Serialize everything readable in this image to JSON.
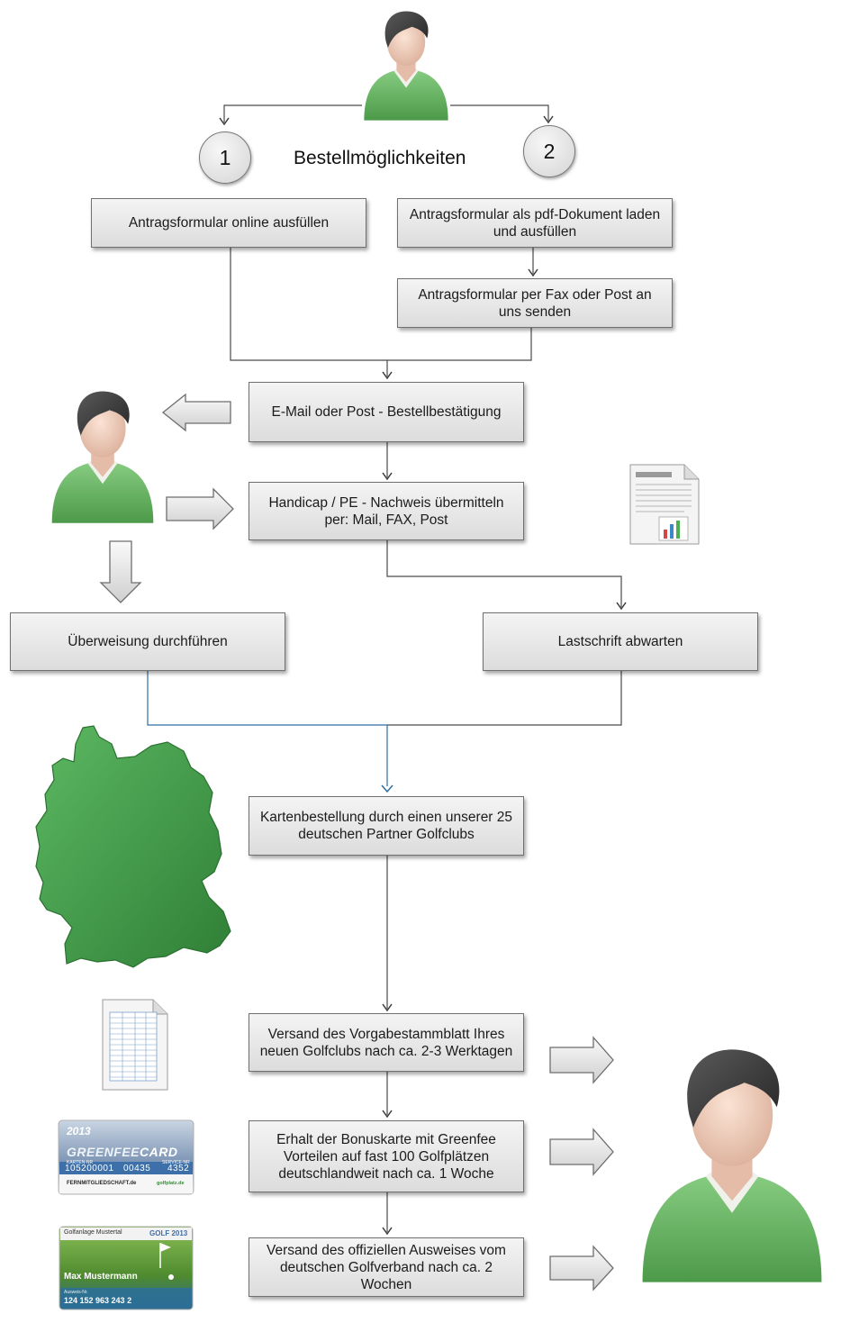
{
  "heading": "Bestellmöglichkeiten",
  "options": [
    "1",
    "2"
  ],
  "steps": {
    "online": "Antragsformular online ausfüllen",
    "pdf": "Antragsformular als pdf-Dokument laden und ausfüllen",
    "send": "Antragsformular per Fax oder Post an uns senden",
    "confirm": "E-Mail oder Post - Bestellbestätigung",
    "handicap": "Handicap / PE - Nachweis übermitteln per: Mail, FAX, Post",
    "transfer": "Überweisung durchführen",
    "debit": "Lastschrift abwarten",
    "order": "Kartenbestellung durch einen unserer 25 deutschen Partner Golfclubs",
    "sheet": "Versand des Vorgabestammblatt Ihres neuen Golfclubs nach ca. 2-3 Werktagen",
    "bonus": "Erhalt der Bonuskarte mit Greenfee Vorteilen auf fast 100 Golfplätzen deutschlandweit nach ca. 1 Woche",
    "id": "Versand des offiziellen Ausweises vom deutschen Golfverband nach ca. 2 Wochen"
  },
  "greenfee_card": {
    "year": "2013",
    "title_a": "GREENFEE",
    "title_b": "CARD",
    "label_left": "KARTEN-NR",
    "label_right": "SERVICE-NR",
    "number_a": "105200001",
    "number_b": "00435",
    "number_c": "4352",
    "brand": "FERNMITGLIEDSCHAFT",
    "brand_suffix": ".de",
    "partner": "golfplatz.de"
  },
  "golf_id": {
    "club": "Golfanlage Mustertal",
    "badge": "GOLF 2013",
    "name": "Max Mustermann",
    "label": "Ausweis-Nr.",
    "number": "124 152 963 243 2"
  },
  "colors": {
    "shirt": "#5fae5c",
    "hair": "#3b3b3b",
    "map": "#3f9a46",
    "blue_link": "#2e6da4",
    "box_border": "#707070"
  }
}
